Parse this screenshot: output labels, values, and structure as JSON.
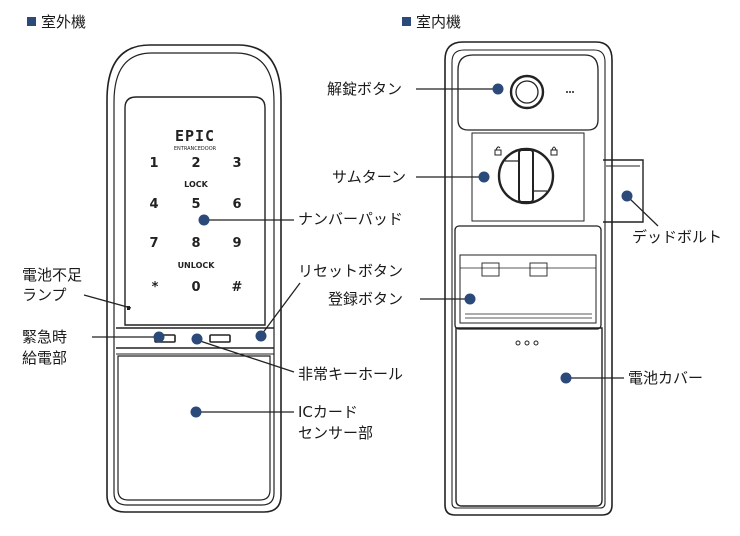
{
  "headings": {
    "outdoor": "室外機",
    "indoor": "室内機"
  },
  "outdoor": {
    "logo": "EPIC",
    "logo_sub": "ENTRANCEDOOR",
    "keypad": {
      "keys": [
        "1",
        "2",
        "3",
        "4",
        "5",
        "6",
        "7",
        "8",
        "9",
        "*",
        "0",
        "#"
      ],
      "lock_text": "LOCK",
      "unlock_text": "UNLOCK"
    },
    "labels": {
      "number_pad": "ナンバーパッド",
      "low_battery_1": "電池不足",
      "low_battery_2": "ランプ",
      "reset_button": "リセットボタン",
      "emergency_1": "緊急時",
      "emergency_2": "給電部",
      "emergency_keyhole": "非常キーホール",
      "ic_card_1": "ICカード",
      "ic_card_2": "センサー部"
    }
  },
  "indoor": {
    "labels": {
      "unlock_button": "解錠ボタン",
      "thumb_turn": "サムターン",
      "deadbolt": "デッドボルト",
      "register_button": "登録ボタン",
      "battery_cover": "電池カバー"
    }
  },
  "colors": {
    "accent": "#2b4a7a",
    "line": "#1a1a1a"
  }
}
